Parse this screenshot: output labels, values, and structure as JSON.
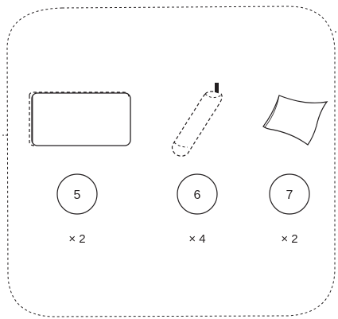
{
  "parts": [
    {
      "number": "5",
      "quantity": "× 2",
      "icon": "cushion-pad-icon"
    },
    {
      "number": "6",
      "quantity": "× 4",
      "icon": "furniture-leg-icon"
    },
    {
      "number": "7",
      "quantity": "× 2",
      "icon": "cloth-icon"
    }
  ],
  "colors": {
    "stroke": "#231f20",
    "background": "#ffffff"
  }
}
